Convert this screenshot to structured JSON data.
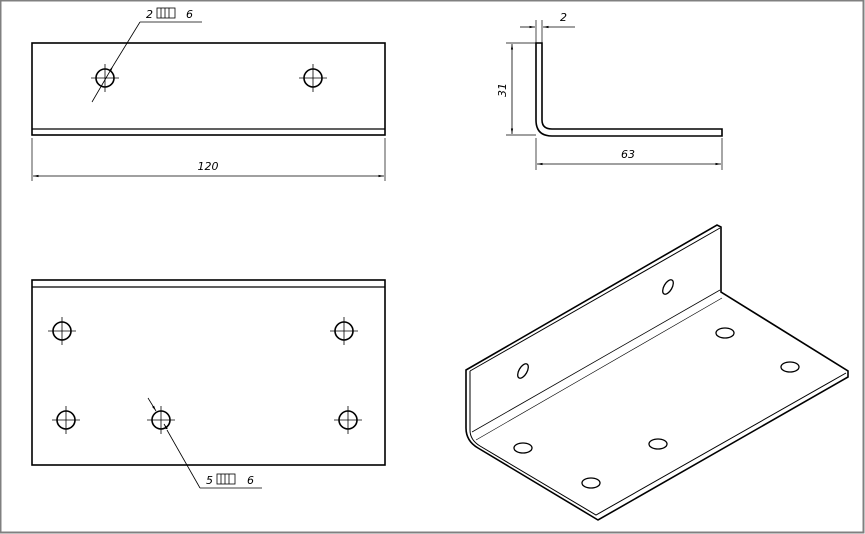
{
  "views": {
    "top": {
      "length_dim": "120",
      "hole_note": {
        "count": "2",
        "symbol": "hole-pattern-symbol",
        "size": "6"
      }
    },
    "front": {
      "hole_note": {
        "count": "5",
        "symbol": "hole-pattern-symbol",
        "size": "6"
      }
    },
    "section": {
      "thickness_dim": "2",
      "height_dim": "31",
      "width_dim": "63"
    },
    "isometric": {}
  },
  "colors": {
    "line": "#000000",
    "frame": "#808080",
    "background": "#ffffff"
  }
}
